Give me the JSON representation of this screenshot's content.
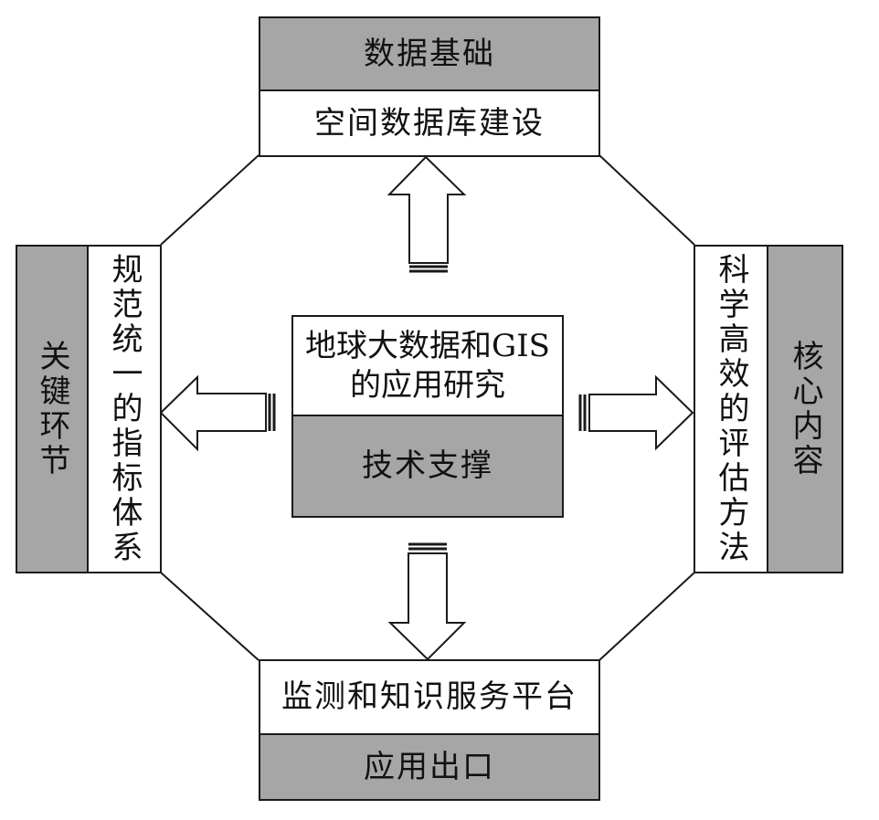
{
  "top": {
    "category": "数据基础",
    "content": "空间数据库建设"
  },
  "bottom": {
    "content": "监测和知识服务平台",
    "category": "应用出口"
  },
  "left": {
    "category": "关键环节",
    "content": "规范统一的指标体系"
  },
  "right": {
    "content": "科学高效的评估方法",
    "category": "核心内容"
  },
  "center": {
    "title": "地球大数据和GIS的应用研究",
    "category": "技术支撑"
  },
  "colors": {
    "category_fill": "#a6a6a6",
    "content_fill": "#ffffff",
    "stroke": "#1a1a1a"
  },
  "icons": {
    "arrows": [
      "arrow-up-icon",
      "arrow-down-icon",
      "arrow-left-icon",
      "arrow-right-icon"
    ]
  }
}
